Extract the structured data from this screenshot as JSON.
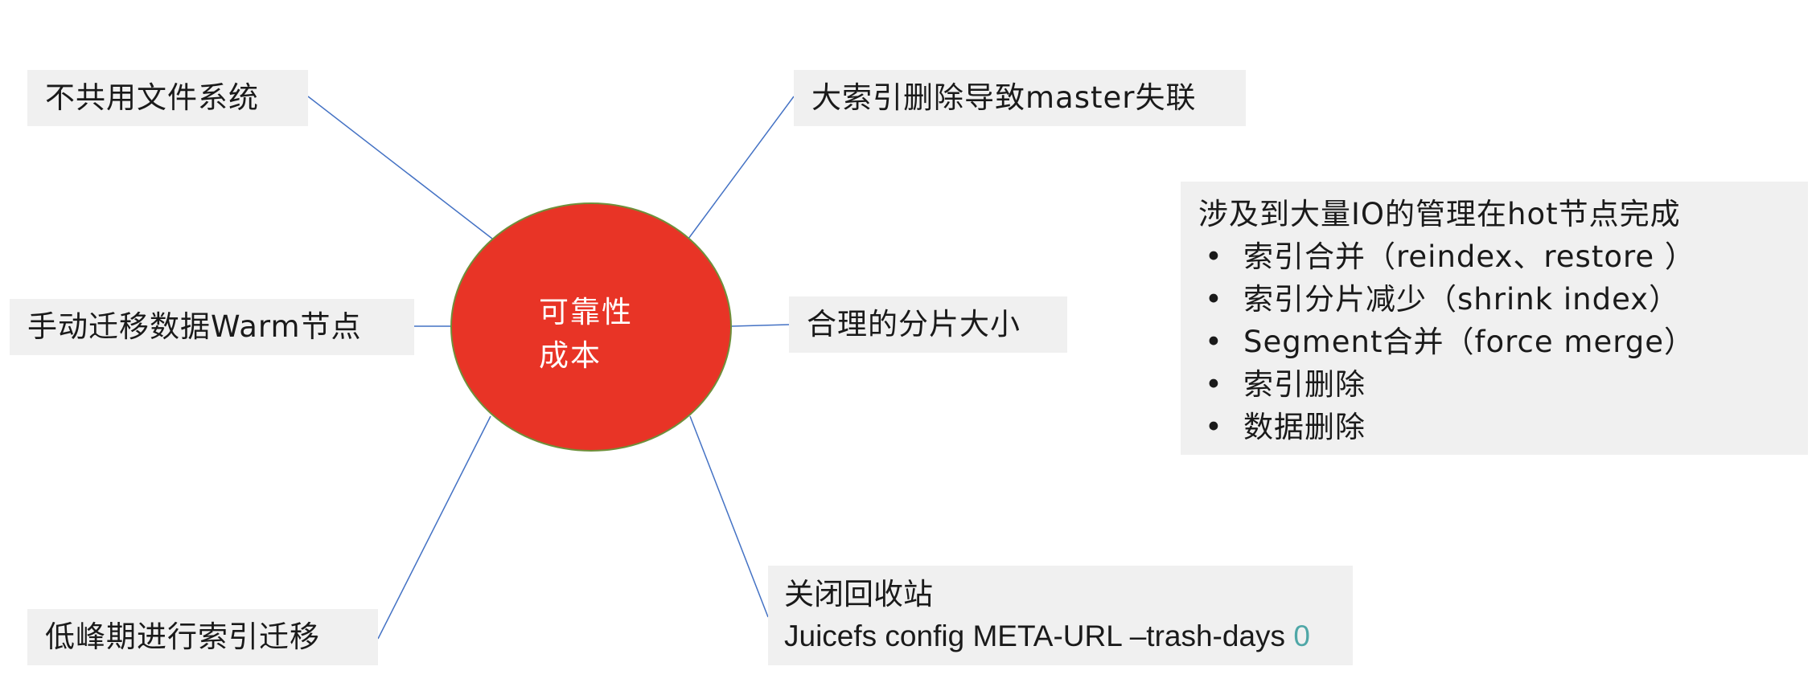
{
  "center": {
    "line1": "可靠性",
    "line2": "成本"
  },
  "nodes": {
    "shared_fs": "不共用文件系统",
    "big_index": "大索引删除导致master失联",
    "manual_migrate": "手动迁移数据Warm节点",
    "shard_size": "合理的分片大小",
    "offpeak": "低峰期进行索引迁移",
    "trash_title": "关闭回收站",
    "trash_cmd": "Juicefs config META-URL –trash-days ",
    "trash_value": "0"
  },
  "side_panel": {
    "title": "涉及到大量IO的管理在hot节点完成",
    "bullet_char": "•",
    "items": [
      "索引合并（reindex、restore ）",
      "索引分片减少（shrink index）",
      "Segment合并（force merge）",
      "索引删除",
      "数据删除"
    ]
  },
  "colors": {
    "center_fill": "#e83426",
    "line": "#4472c4",
    "box_bg": "#f0f0f0",
    "accent_value": "#4fa7a7"
  }
}
